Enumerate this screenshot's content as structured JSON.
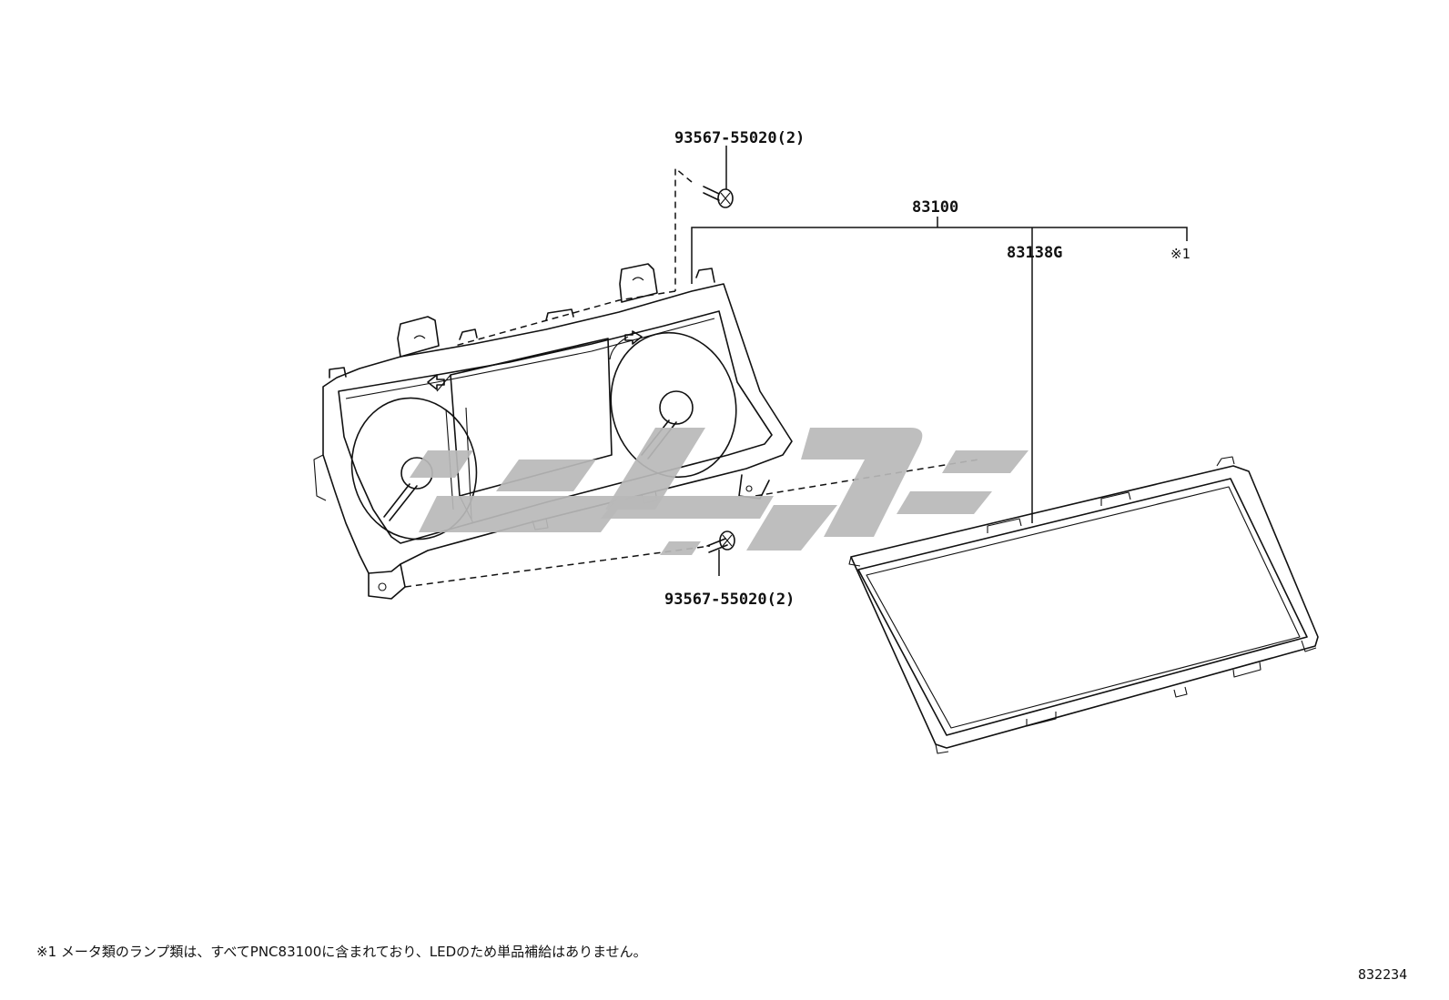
{
  "diagram": {
    "parts": {
      "cluster_assembly": "83100",
      "glass_cover": "83138G",
      "note_ref": "※1",
      "screw_top": "93567-55020(2)",
      "screw_bottom": "93567-55020(2)"
    },
    "footnote": "※1 メータ類のランプ類は、すべてPNC83100に含まれており、LEDのため単品補給はありません。",
    "figure_number": "832234"
  }
}
